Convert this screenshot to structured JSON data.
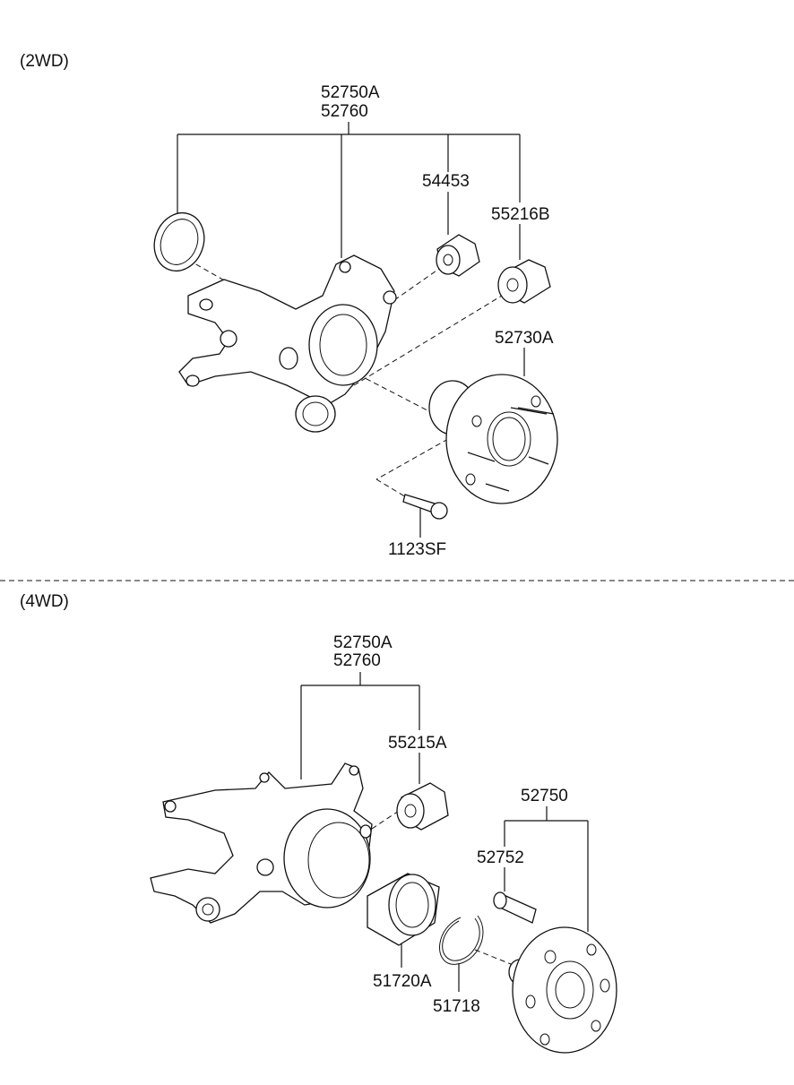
{
  "sections": [
    {
      "heading": "(2WD)",
      "labels": {
        "knuckle_a": "52750A",
        "knuckle_b": "52760",
        "bushing": "54453",
        "bushing_b": "55216B",
        "hub": "52730A",
        "bolt": "1123SF"
      }
    },
    {
      "heading": "(4WD)",
      "labels": {
        "knuckle_a": "52750A",
        "knuckle_b": "52760",
        "bushing": "55215A",
        "hub_assy": "52750",
        "hub_bolt": "52752",
        "bearing": "51720A",
        "snap_ring": "51718"
      }
    }
  ]
}
